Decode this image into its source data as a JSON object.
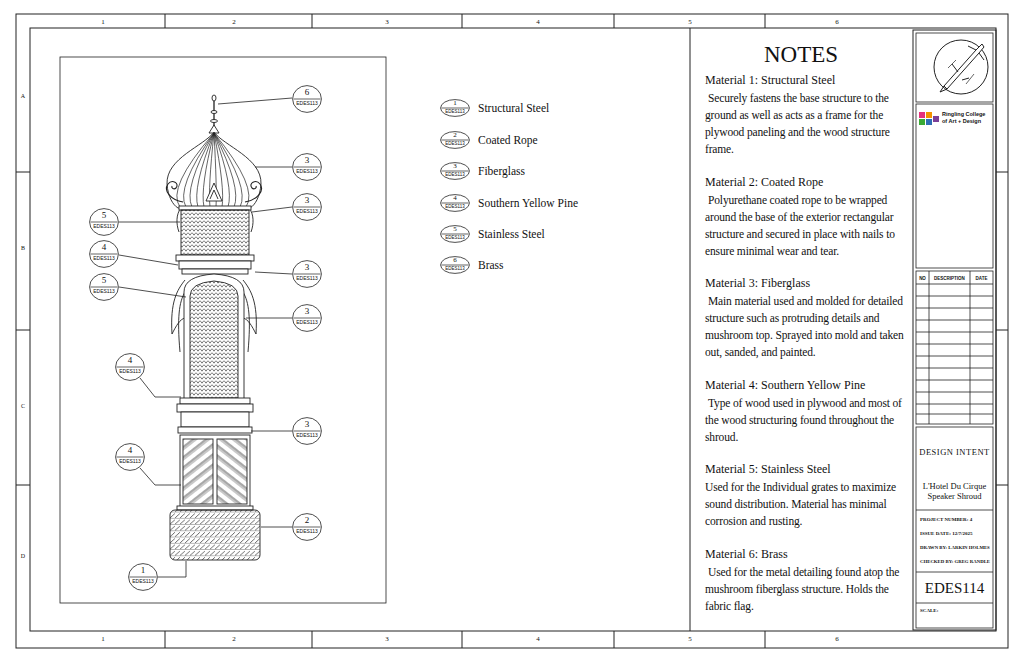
{
  "diagram": {
    "nodes": [
      {
        "text": [
          "6",
          "EDES113"
        ]
      },
      {
        "text": [
          "3",
          "EDES113"
        ]
      },
      {
        "text": [
          "3",
          "EDES113"
        ]
      },
      {
        "text": [
          "5",
          "EDES113"
        ]
      },
      {
        "text": [
          "4",
          "EDES113"
        ]
      },
      {
        "text": [
          "3",
          "EDES113"
        ]
      },
      {
        "text": [
          "5",
          "EDES113"
        ]
      },
      {
        "text": [
          "3",
          "EDES113"
        ]
      },
      {
        "text": [
          "4",
          "EDES113"
        ]
      },
      {
        "text": [
          "3",
          "EDES113"
        ]
      },
      {
        "text": [
          "4",
          "EDES113"
        ]
      },
      {
        "text": [
          "2",
          "EDES113"
        ]
      },
      {
        "text": [
          "1",
          "EDES113"
        ]
      },
      {
        "text": [
          "1",
          "EDES113",
          "Structural Steel"
        ]
      },
      {
        "text": [
          "2",
          "EDES113",
          "Coated Rope"
        ]
      },
      {
        "text": [
          "3",
          "EDES113",
          "Fiberglass"
        ]
      },
      {
        "text": [
          "4",
          "EDES113",
          "Southern Yellow Pine"
        ]
      },
      {
        "text": [
          "5",
          "EDES113",
          "Stainless Steel"
        ]
      },
      {
        "text": [
          "6",
          "EDES113",
          "Brass"
        ]
      }
    ],
    "labels": [
      "1",
      "2",
      "3",
      "4",
      "5",
      "6",
      "1",
      "2",
      "3",
      "4",
      "5",
      "6",
      "A",
      "B",
      "C",
      "D",
      "NOTES",
      "Material 1: Structural Steel",
      "Securely fastens the base structure to the ground as well as acts as a frame for the plywood paneling and the wood structure frame.",
      "Material 2: Coated Rope",
      "Polyurethane coated rope to be wrapped around the base of the exterior rectangular structure and secured in place with nails to ensure minimal wear and tear.",
      "Material 3: Fiberglass",
      "Main material used and molded for detailed structure such as protruding details and mushroom top. Sprayed into mold and taken out, sanded, and painted.",
      "Material 4: Southern Yellow Pine",
      "Type of wood used in plywood and most of the wood structuring found throughout the shroud.",
      "Material 5: Stainless Steel",
      "Used for the Individual grates to maximize sound distribution. Material has minimal corrosion and rusting.",
      "Material 6: Brass",
      "Used for the metal detailing found atop the mushroom fiberglass structure. Holds the fabric flag.",
      "Ringling College of Art + Design",
      "NO",
      "DESCRIPTION",
      "DATE",
      "DESIGN INTENT",
      "L'Hotel Du Cirque Speaker Shroud",
      "PROJECT NUMBER: 4",
      "ISSUE DATE: 12/7/2025",
      "DRAWN BY: LARKIN HOLMES",
      "CHECKED BY: GREG RANDLE",
      "EDES114",
      "SCALE:"
    ]
  }
}
